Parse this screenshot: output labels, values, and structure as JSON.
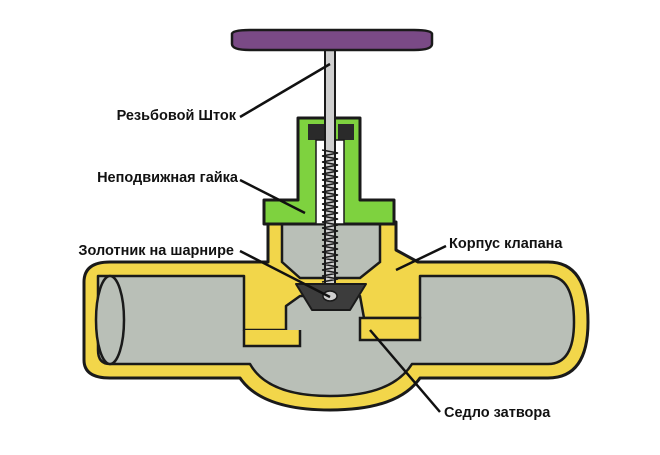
{
  "diagram": {
    "labels": {
      "stem": "Резьбовой Шток",
      "nut": "Неподвижная гайка",
      "disc": "Золотник на шарнире",
      "body": "Корпус клапана",
      "seat": "Седло затвора"
    },
    "colors": {
      "handwheel": "#7a4a86",
      "body_fill": "#f2d64a",
      "body_outline": "#1a1a1a",
      "flow": "#b9bfb7",
      "nut": "#7ed23f",
      "stem": "#cfcfcf",
      "disc": "#3c3c3c",
      "gland": "#2a2a2a"
    }
  }
}
